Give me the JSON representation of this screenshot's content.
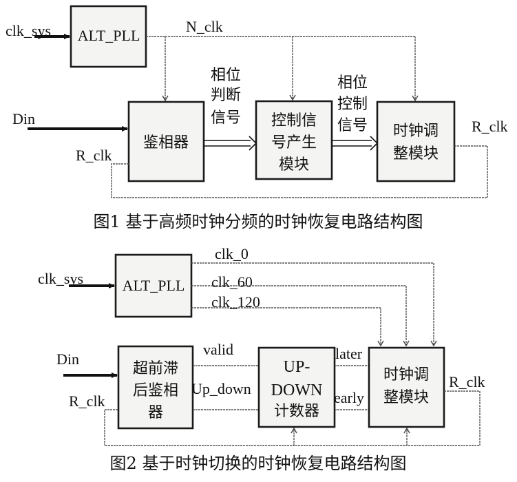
{
  "figure1": {
    "caption": "图1 基于高频时钟分频的时钟恢复电路结构图",
    "inputs": {
      "clk_sys": "clk_sys",
      "din": "Din",
      "r_clk_in": "R_clk"
    },
    "pll_label": "ALT_PLL",
    "n_clk_label": "N_clk",
    "blocks": {
      "phase_detector": [
        "鉴相器"
      ],
      "control_gen": [
        "控制信",
        "号产生",
        "模块"
      ],
      "clock_adjust": [
        "时钟调",
        "整模块"
      ]
    },
    "signal_phase_judge": [
      "相位",
      "判断",
      "信号"
    ],
    "signal_phase_control": [
      "相位",
      "控制",
      "信号"
    ],
    "r_clk_out": "R_clk"
  },
  "figure2": {
    "caption": "图2 基于时钟切换的时钟恢复电路结构图",
    "inputs": {
      "clk_sys": "clk_sys",
      "din": "Din",
      "r_clk_in": "R_clk"
    },
    "pll_label": "ALT_PLL",
    "clk_outputs": [
      "clk_0",
      "clk_60",
      "clk_120"
    ],
    "blocks": {
      "early_late_detector": [
        "超前滞",
        "后鉴相",
        "器"
      ],
      "updown_counter": [
        "UP-",
        "DOWN",
        "计数器"
      ],
      "clock_adjust": [
        "时钟调",
        "整模块"
      ]
    },
    "signals": {
      "valid": "valid",
      "up_down": "Up_down",
      "later": "later",
      "early": "early"
    },
    "r_clk_out": "R_clk"
  }
}
